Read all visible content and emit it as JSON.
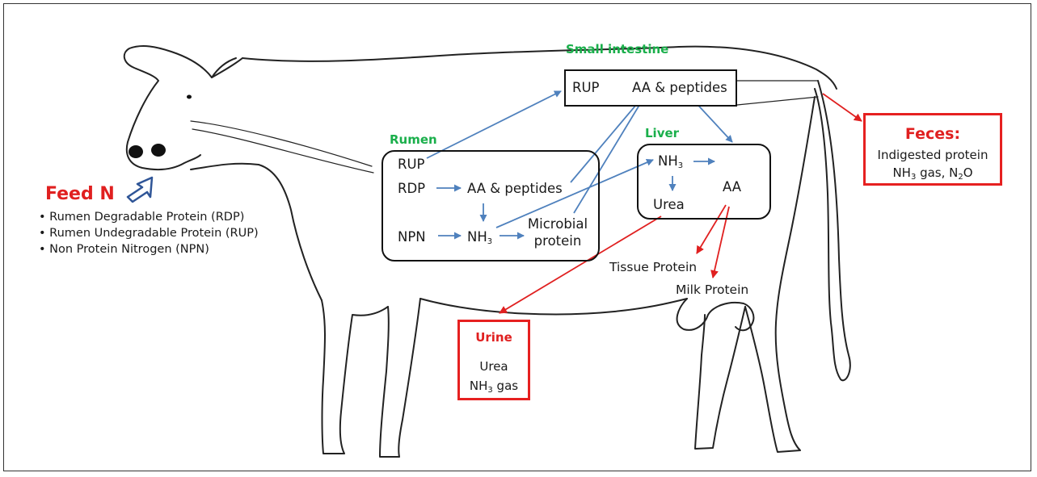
{
  "feed": {
    "title": "Feed N",
    "items": [
      "• Rumen Degradable Protein (RDP)",
      "• Rumen Undegradable Protein (RUP)",
      "• Non Protein Nitrogen (NPN)"
    ]
  },
  "rumen": {
    "title": "Rumen",
    "rup": "RUP",
    "rdp": "RDP",
    "npn": "NPN",
    "aa_peptides": "AA & peptides",
    "nh3": "NH",
    "nh3_sub": "3",
    "microbial_line1": "Microbial",
    "microbial_line2": "protein"
  },
  "small_intestine": {
    "title": "Small intestine",
    "rup": "RUP",
    "aa_peptides": "AA & peptides"
  },
  "liver": {
    "title": "Liver",
    "nh3": "NH",
    "nh3_sub": "3",
    "urea": "Urea",
    "aa": "AA"
  },
  "products": {
    "tissue": "Tissue Protein",
    "milk": "Milk Protein"
  },
  "feces": {
    "title": "Feces:",
    "line1": "Indigested protein",
    "line2_a": "NH",
    "line2_sub": "3",
    "line2_b": " gas, N",
    "line2_sub2": "2",
    "line2_c": "O"
  },
  "urine": {
    "title": "Urine",
    "line1": "Urea",
    "line2_a": "NH",
    "line2_sub": "3",
    "line2_b": " gas"
  },
  "colors": {
    "flow_arrow": "#4f81bd",
    "excretion_arrow": "#e02020",
    "label_green": "#1aaf4b",
    "highlight_red": "#e02020"
  }
}
